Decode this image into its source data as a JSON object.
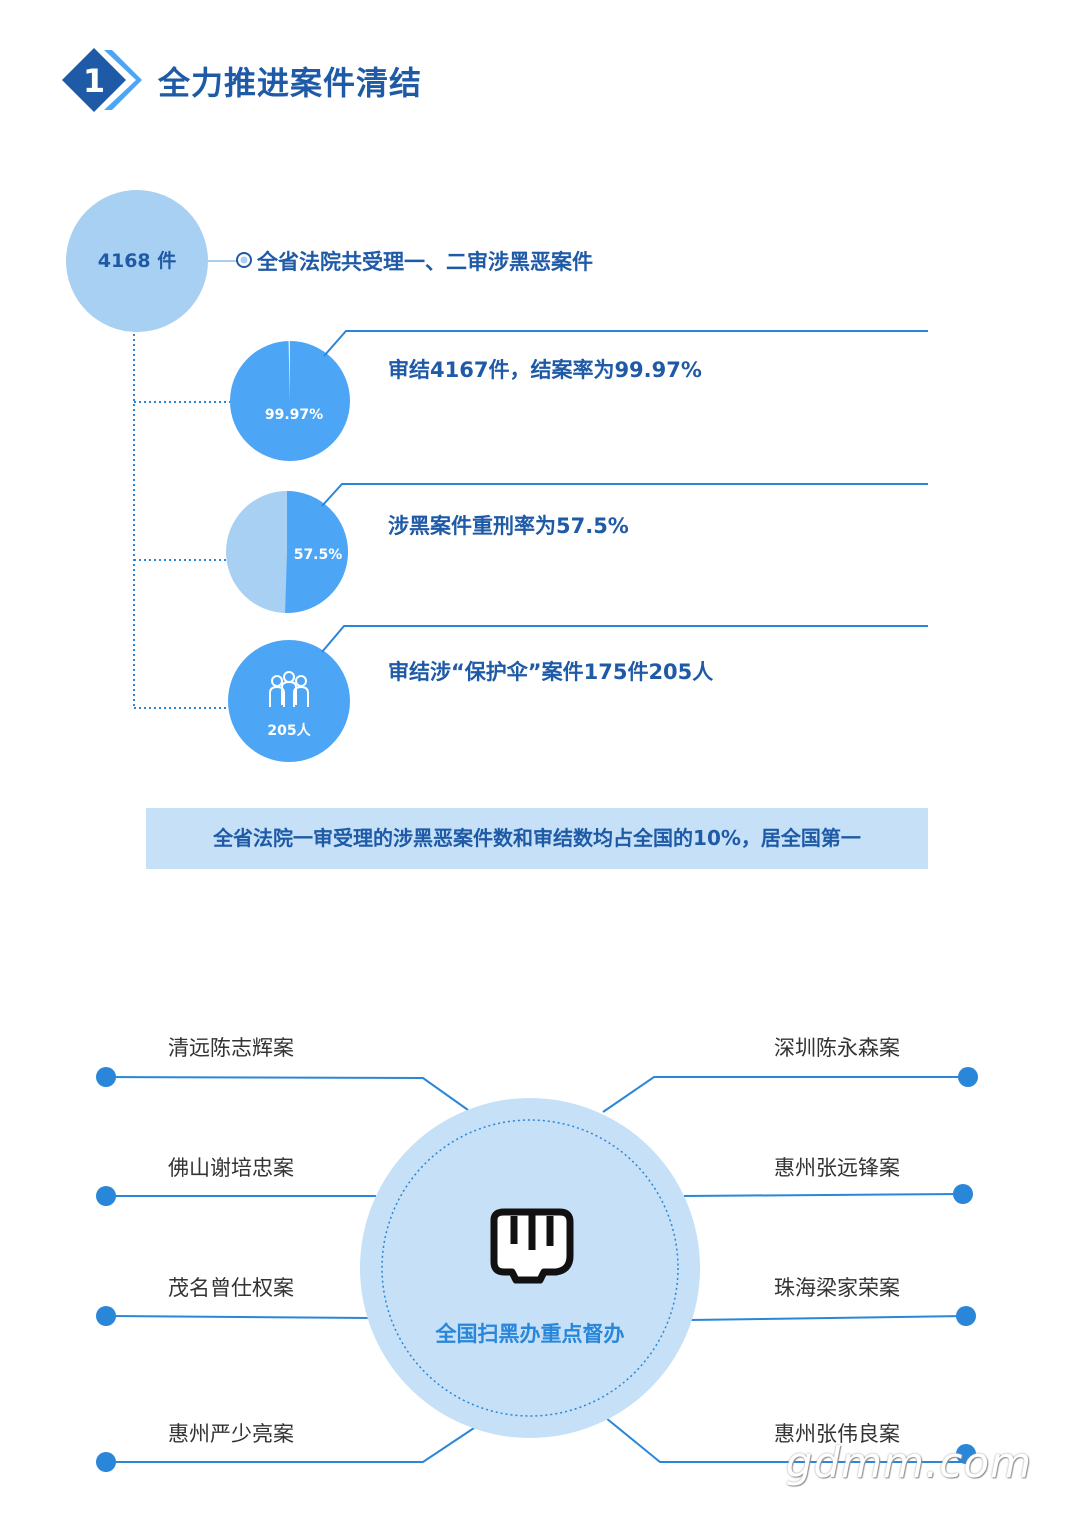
{
  "header": {
    "number": "1",
    "title": "全力推进案件清结"
  },
  "total": {
    "value": "4168 件",
    "description": "全省法院共受理一、二审涉黑恶案件"
  },
  "stats": [
    {
      "label": "99.97%",
      "text": "审结4167件，结案率为99.97%",
      "fraction": 0.9997
    },
    {
      "label": "57.5%",
      "text": "涉黑案件重刑率为57.5%",
      "fraction": 0.575
    },
    {
      "label": "205人",
      "text": "审结涉“保护伞”案件175件205人",
      "icon": "people-icon"
    }
  ],
  "banner": {
    "text": "全省法院一审受理的涉黑恶案件数和审结数均占全国的10%，居全国第一"
  },
  "supervision": {
    "center_label": "全国扫黑办重点督办",
    "center_icon": "fist-icon",
    "left_cases": [
      "清远陈志辉案",
      "佛山谢培忠案",
      "茂名曾仕权案",
      "惠州严少亮案"
    ],
    "right_cases": [
      "深圳陈永森案",
      "惠州张远锋案",
      "珠海梁家荣案",
      "惠州张伟良案"
    ]
  },
  "watermark": "gdmm.com",
  "colors": {
    "primary": "#1f5aa6",
    "accent": "#4da6f5",
    "light": "#a8d0f2",
    "pale": "#c5e0f7",
    "line": "#2a86d8"
  }
}
